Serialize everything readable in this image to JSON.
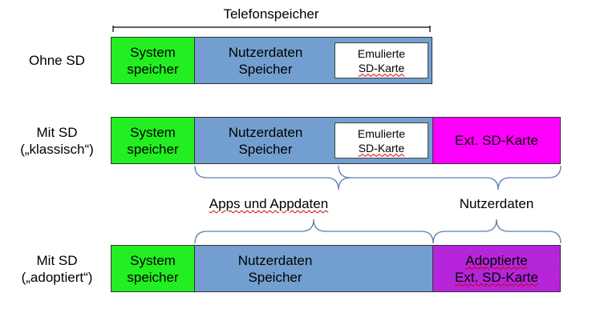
{
  "top_label": "Telefonspeicher",
  "rows": [
    {
      "label_lines": [
        "Ohne SD"
      ],
      "system": [
        "System",
        "speicher"
      ],
      "nutzer": [
        "Nutzerdaten",
        "Speicher"
      ],
      "emu": [
        "Emulierte",
        "SD-Karte"
      ]
    },
    {
      "label_lines": [
        "Mit SD",
        "(„klassisch“)"
      ],
      "system": [
        "System",
        "speicher"
      ],
      "nutzer": [
        "Nutzerdaten",
        "Speicher"
      ],
      "emu": [
        "Emulierte",
        "SD-Karte"
      ],
      "ext": "Ext. SD-Karte"
    },
    {
      "label_lines": [
        "Mit SD",
        "(„adoptiert“)"
      ],
      "system": [
        "System",
        "speicher"
      ],
      "nutzer": [
        "Nutzerdaten",
        "Speicher"
      ],
      "adopt": [
        "Adoptierte",
        "Ext. SD-Karte"
      ]
    }
  ],
  "brace_labels": {
    "apps": "Apps und Appdaten",
    "nutzerdaten": "Nutzerdaten"
  },
  "colors": {
    "system": "#22ee22",
    "nutzer": "#729fcf",
    "ext": "#ff00ff",
    "adopt": "#9933cc"
  }
}
